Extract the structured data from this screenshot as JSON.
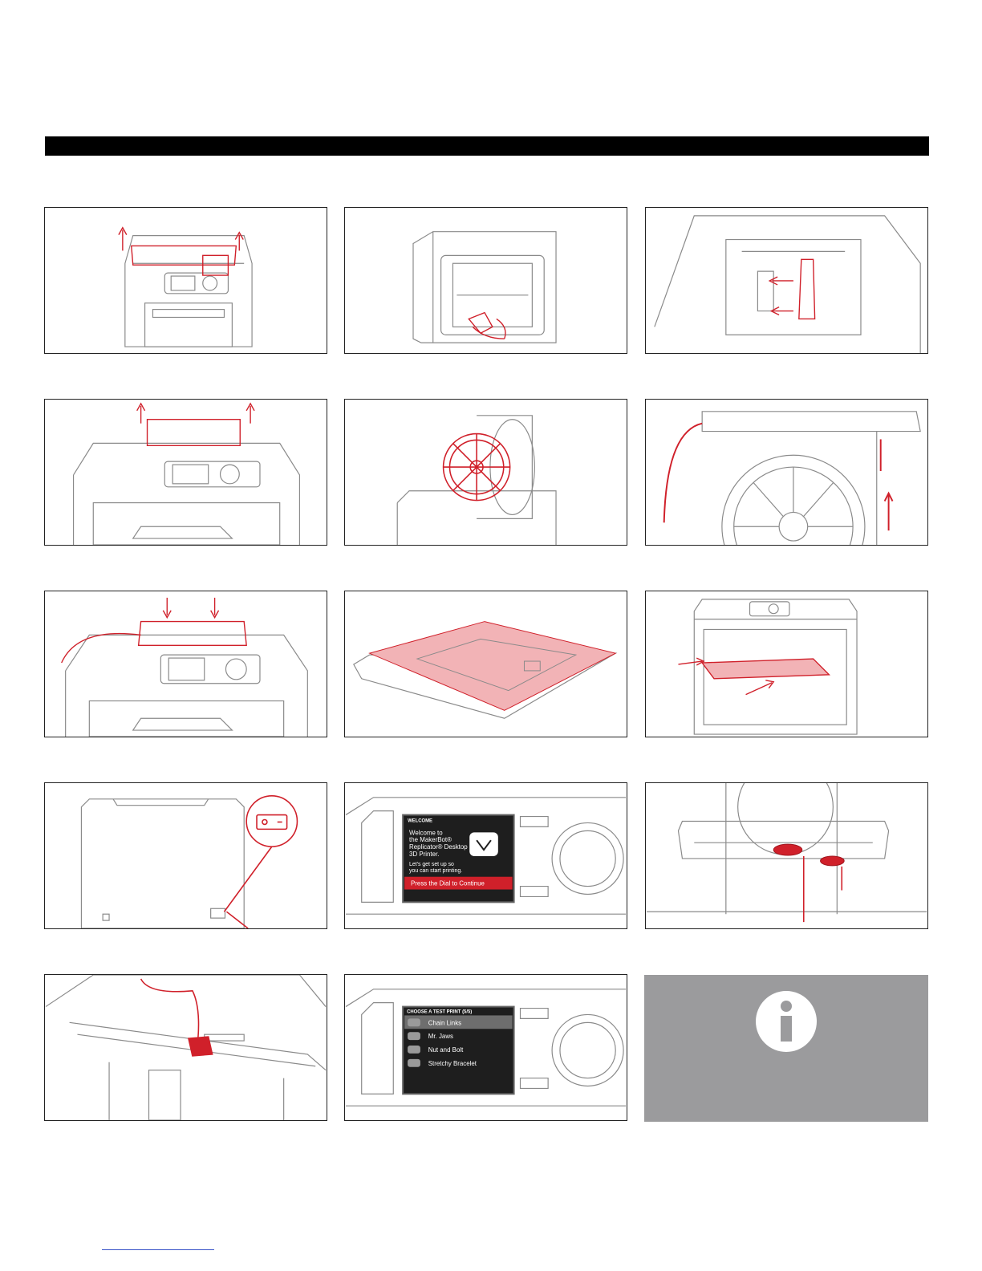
{
  "colors": {
    "accent": "#d0202a",
    "line": "#8a8a8a",
    "frame": "#222222",
    "info_bg": "#9b9b9d",
    "screen_bg": "#1e1e1e"
  },
  "screen_welcome": {
    "title": "WELCOME",
    "line1": "Welcome to",
    "line2": "the MakerBot®",
    "line3": "Replicator® Desktop",
    "line4": "3D Printer.",
    "line5": "Let's get set up so",
    "line6": "you can start printing.",
    "prompt": "Press the Dial to Continue"
  },
  "screen_testprint": {
    "title": "CHOOSE A TEST PRINT (5/5)",
    "items": [
      "Chain Links",
      "Mr. Jaws",
      "Nut and Bolt",
      "Stretchy Bracelet"
    ]
  },
  "info_icon": "info-icon"
}
